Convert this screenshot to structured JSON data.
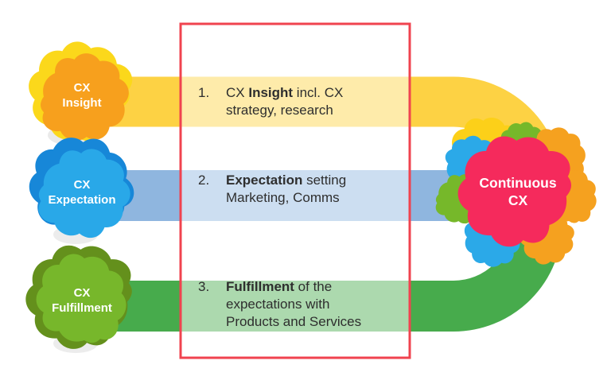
{
  "colors": {
    "background": "#ffffff",
    "text": "#2e2e2e",
    "label_text": "#ffffff",
    "petal_yellow": "#fcd019",
    "petal_orange": "#f5a11f",
    "petal_blue": "#2ba9e8",
    "petal_green": "#76b82a",
    "shadow_gray": "#d9d9d9"
  },
  "box": {
    "border_color": "#f0434f"
  },
  "tracks": [
    {
      "name": "CX Insight",
      "label_line1": "CX",
      "label_line2": "Insight",
      "band_color": "#fdd244",
      "blob_color": "#f7a01d",
      "blob_back_color": "#fbd81b"
    },
    {
      "name": "CX Expectation",
      "label_line1": "CX",
      "label_line2": "Expectation",
      "band_color": "#8fb6df",
      "blob_color": "#29a8e8",
      "blob_back_color": "#1787d8"
    },
    {
      "name": "CX Fulfillment",
      "label_line1": "CX",
      "label_line2": "Fulfillment",
      "band_color": "#47ab4c",
      "blob_color": "#77b72b",
      "blob_back_color": "#64901c"
    }
  ],
  "steps": [
    {
      "number": "1.",
      "pre": "CX ",
      "bold": "Insight",
      "post": " incl. CX strategy, research"
    },
    {
      "number": "2.",
      "pre": "",
      "bold": "Expectation",
      "post": " setting Marketing, Comms"
    },
    {
      "number": "3.",
      "pre": "",
      "bold": "Fulfillment",
      "post": " of the expectations with Products and Services"
    }
  ],
  "hub": {
    "line1": "Continuous",
    "line2": "CX",
    "color": "#f52a5c"
  }
}
